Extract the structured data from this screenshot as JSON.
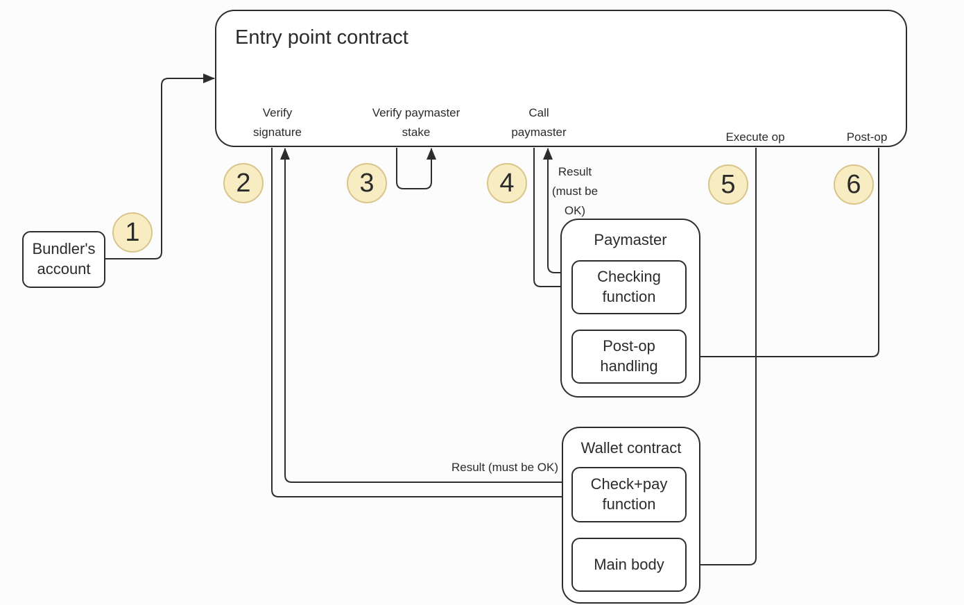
{
  "colors": {
    "background": "#FCFCFC",
    "stroke": "#2D2D2D",
    "text": "#2B2B2B",
    "node_fill": "#FFFFFF",
    "step_fill": "#F7ECC2",
    "step_stroke": "#D9C489"
  },
  "entry_point": {
    "title": "Entry point contract",
    "ports": {
      "verify_signature": {
        "lines": [
          "Verify",
          "signature"
        ]
      },
      "verify_paymaster_stake": {
        "lines": [
          "Verify paymaster",
          "stake"
        ]
      },
      "call_paymaster": {
        "lines": [
          "Call",
          "paymaster"
        ]
      },
      "execute_op": {
        "lines": [
          "Execute op"
        ]
      },
      "post_op": {
        "lines": [
          "Post-op"
        ]
      }
    }
  },
  "bundler": {
    "label": "Bundler's account"
  },
  "paymaster": {
    "title": "Paymaster",
    "checking_function": "Checking function",
    "post_op_handling": "Post-op handling"
  },
  "wallet": {
    "title": "Wallet contract",
    "check_pay_function": "Check+pay function",
    "main_body": "Main body"
  },
  "steps": [
    "1",
    "2",
    "3",
    "4",
    "5",
    "6"
  ],
  "edge_labels": {
    "paymaster_result": {
      "lines": [
        "Result",
        "(must be",
        "OK)"
      ]
    },
    "wallet_result": "Result (must be OK)"
  }
}
